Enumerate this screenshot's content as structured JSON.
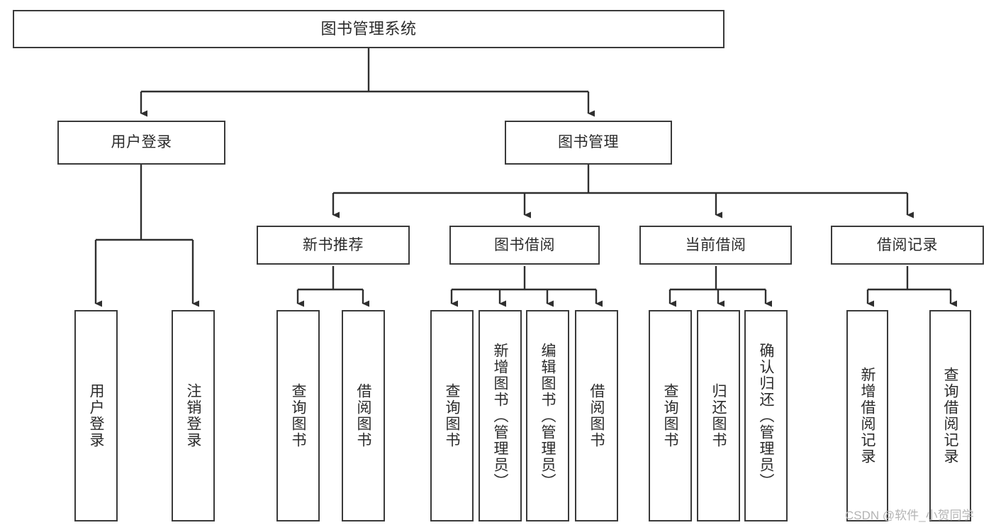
{
  "diagram": {
    "type": "tree-hierarchy-chart",
    "title": "图书管理系统",
    "orientation": "top-down",
    "colors": {
      "box_border": "#3a3a3a",
      "box_fill": "#ffffff",
      "connector": "#2f2f2f",
      "text": "#2b2b2b",
      "watermark": "#b4b4b4"
    },
    "root": {
      "label": "图书管理系统"
    },
    "level2": [
      {
        "label": "用户登录"
      },
      {
        "label": "图书管理"
      }
    ],
    "level3": [
      {
        "label": "新书推荐"
      },
      {
        "label": "图书借阅"
      },
      {
        "label": "当前借阅"
      },
      {
        "label": "借阅记录"
      }
    ],
    "leaves": {
      "user_login": [
        {
          "label": "用户登录"
        },
        {
          "label": "注销登录"
        }
      ],
      "new_book_recommend": [
        {
          "label": "查询图书"
        },
        {
          "label": "借阅图书"
        }
      ],
      "book_borrow": [
        {
          "label": "查询图书"
        },
        {
          "label": "新增图书（管理员）"
        },
        {
          "label": "编辑图书（管理员）"
        },
        {
          "label": "借阅图书"
        }
      ],
      "current_borrow": [
        {
          "label": "查询图书"
        },
        {
          "label": "归还图书"
        },
        {
          "label": "确认归还（管理员）"
        }
      ],
      "borrow_record": [
        {
          "label": "新增借阅记录"
        },
        {
          "label": "查询借阅记录"
        }
      ]
    }
  },
  "watermark": {
    "text": "CSDN @软件_小贺同学"
  }
}
